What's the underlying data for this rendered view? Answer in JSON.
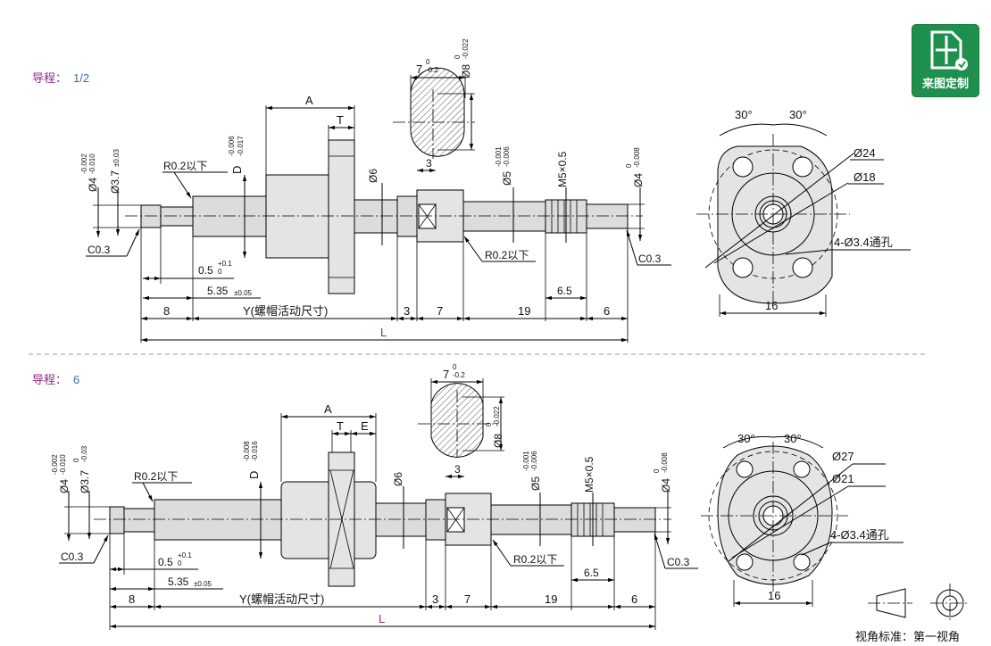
{
  "badge": {
    "label": "来图定制",
    "icon": "custom-drawing-icon",
    "color": "#1f8f4e"
  },
  "colors": {
    "label_purple": "#8a2a8a",
    "value_blue": "#3a6fb0"
  },
  "projection": {
    "caption": "视角标准：第一视角",
    "icons": [
      "truncated-cone-icon",
      "crosshair-circle-icon"
    ]
  },
  "top": {
    "lead_label": "导程：",
    "lead_value": "1/2",
    "dims": {
      "A": "A",
      "T": "T",
      "D": "D",
      "D_tol_upper": "-0.006",
      "D_tol_lower": "-0.017",
      "phi4_left": "Ø4",
      "phi4_left_upper": "-0.002",
      "phi4_left_lower": "-0.010",
      "phi37": "Ø3.7",
      "phi37_tol": "±0.03",
      "r02_left": "R0.2以下",
      "r02_right": "R0.2以下",
      "phi6": "Ø6",
      "dim3_top": "3",
      "phi5": "Ø5",
      "phi5_upper": "-0.001",
      "phi5_lower": "-0.006",
      "m5": "M5×0.5",
      "phi4_right": "Ø4",
      "phi4_right_upper": "0",
      "phi4_right_lower": "-0.008",
      "c03_left": "C0.3",
      "c03_right": "C0.3",
      "d05": "0.5",
      "d05_upper": "+0.1",
      "d05_lower": "0",
      "d535": "5.35",
      "d535_tol": "±0.05",
      "d65": "6.5",
      "d8": "8",
      "y_label": "Y(螺帽活动尺寸)",
      "d3": "3",
      "d7": "7",
      "d19": "19",
      "d6": "6",
      "L": "L"
    },
    "section": {
      "width": "7",
      "width_upper": "0",
      "width_lower": "-0.2",
      "dia": "Ø8",
      "dia_upper": "0",
      "dia_lower": "-0.022"
    },
    "flange": {
      "ang1": "30°",
      "ang2": "30°",
      "phi_outer": "Ø24",
      "phi_pitch": "Ø18",
      "holes": "4-Ø3.4通孔",
      "width": "16"
    }
  },
  "bottom": {
    "lead_label": "导程：",
    "lead_value": "6",
    "dims": {
      "A": "A",
      "T": "T",
      "E": "E",
      "D": "D",
      "D_tol_upper": "-0.008",
      "D_tol_lower": "-0.016",
      "phi4_left": "Ø4",
      "phi4_left_upper": "-0.002",
      "phi4_left_lower": "-0.010",
      "phi37": "Ø3.7",
      "phi37_upper": "0",
      "phi37_lower": "-0.03",
      "r02_left": "R0.2以下",
      "r02_right": "R0.2以下",
      "phi6": "Ø6",
      "dim3_top": "3",
      "phi5": "Ø5",
      "phi5_upper": "-0.001",
      "phi5_lower": "-0.006",
      "m5": "M5×0.5",
      "phi4_right": "Ø4",
      "phi4_right_upper": "0",
      "phi4_right_lower": "-0.008",
      "c03_left": "C0.3",
      "c03_right": "C0.3",
      "d05": "0.5",
      "d05_upper": "+0.1",
      "d05_lower": "0",
      "d535": "5.35",
      "d535_tol": "±0.05",
      "d65": "6.5",
      "d8": "8",
      "y_label": "Y(螺帽活动尺寸)",
      "d3": "3",
      "d7": "7",
      "d19": "19",
      "d6": "6",
      "L": "L"
    },
    "section": {
      "width": "7",
      "width_upper": "0",
      "width_lower": "-0.2",
      "dia": "Ø8",
      "dia_upper": "0",
      "dia_lower": "-0.022"
    },
    "flange": {
      "ang1": "30°",
      "ang2": "30°",
      "phi_outer": "Ø27",
      "phi_pitch": "Ø21",
      "holes": "4-Ø3.4通孔",
      "width": "16"
    }
  }
}
